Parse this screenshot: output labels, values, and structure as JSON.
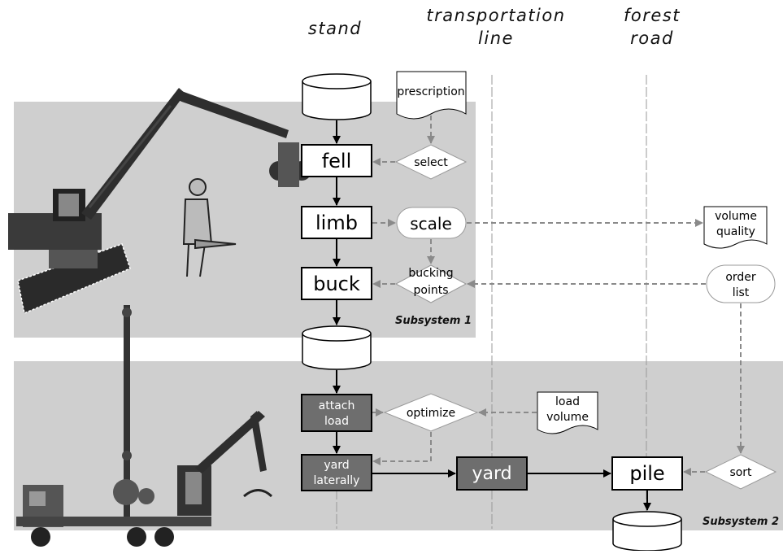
{
  "columns": {
    "stand": "stand",
    "transport_1": "transportation",
    "transport_2": "line",
    "forest_1": "forest",
    "forest_2": "road"
  },
  "subsystems": {
    "one": "Subsystem 1",
    "two": "Subsystem 2"
  },
  "nodes": {
    "fell": "fell",
    "limb": "limb",
    "buck": "buck",
    "attach_1": "attach",
    "attach_2": "load",
    "yard_lat_1": "yard",
    "yard_lat_2": "laterally",
    "yard": "yard",
    "pile": "pile",
    "select": "select",
    "scale": "scale",
    "bucking_1": "bucking",
    "bucking_2": "points",
    "optimize": "optimize",
    "sort": "sort",
    "order_1": "order",
    "order_2": "list"
  },
  "documents": {
    "prescription": "prescription",
    "volume_1": "volume",
    "volume_2": "quality",
    "load_1": "load",
    "load_2": "volume"
  },
  "colors": {
    "panel": "#cfcfcf",
    "dark_box": "#6e6e6e",
    "dashed": "#8a8a8a"
  }
}
